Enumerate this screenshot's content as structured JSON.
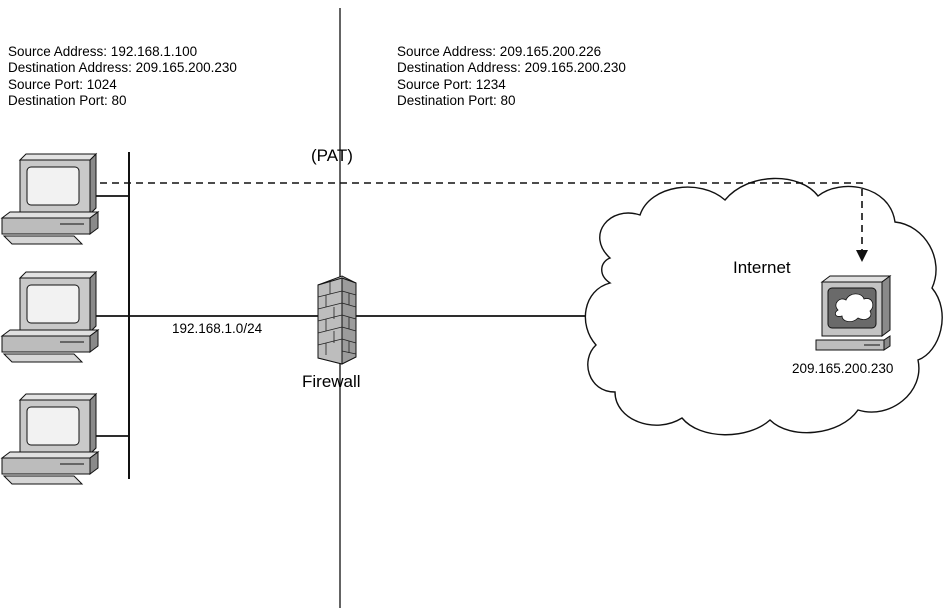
{
  "left_packet": {
    "source_address": "Source Address: 192.168.1.100",
    "destination_address": "Destination Address: 209.165.200.230",
    "source_port": "Source Port: 1024",
    "destination_port": "Destination Port: 80"
  },
  "right_packet": {
    "source_address": "Source Address: 209.165.200.226",
    "destination_address": "Destination Address: 209.165.200.230",
    "source_port": "Source Port: 1234",
    "destination_port": "Destination Port: 80"
  },
  "pat_label": "(PAT)",
  "subnet_label": "192.168.1.0/24",
  "firewall_label": "Firewall",
  "internet_label": "Internet",
  "server_ip_label": "209.165.200.230",
  "icons": [
    "computer-icon",
    "firewall-icon",
    "server-icon",
    "cloud-icon"
  ]
}
